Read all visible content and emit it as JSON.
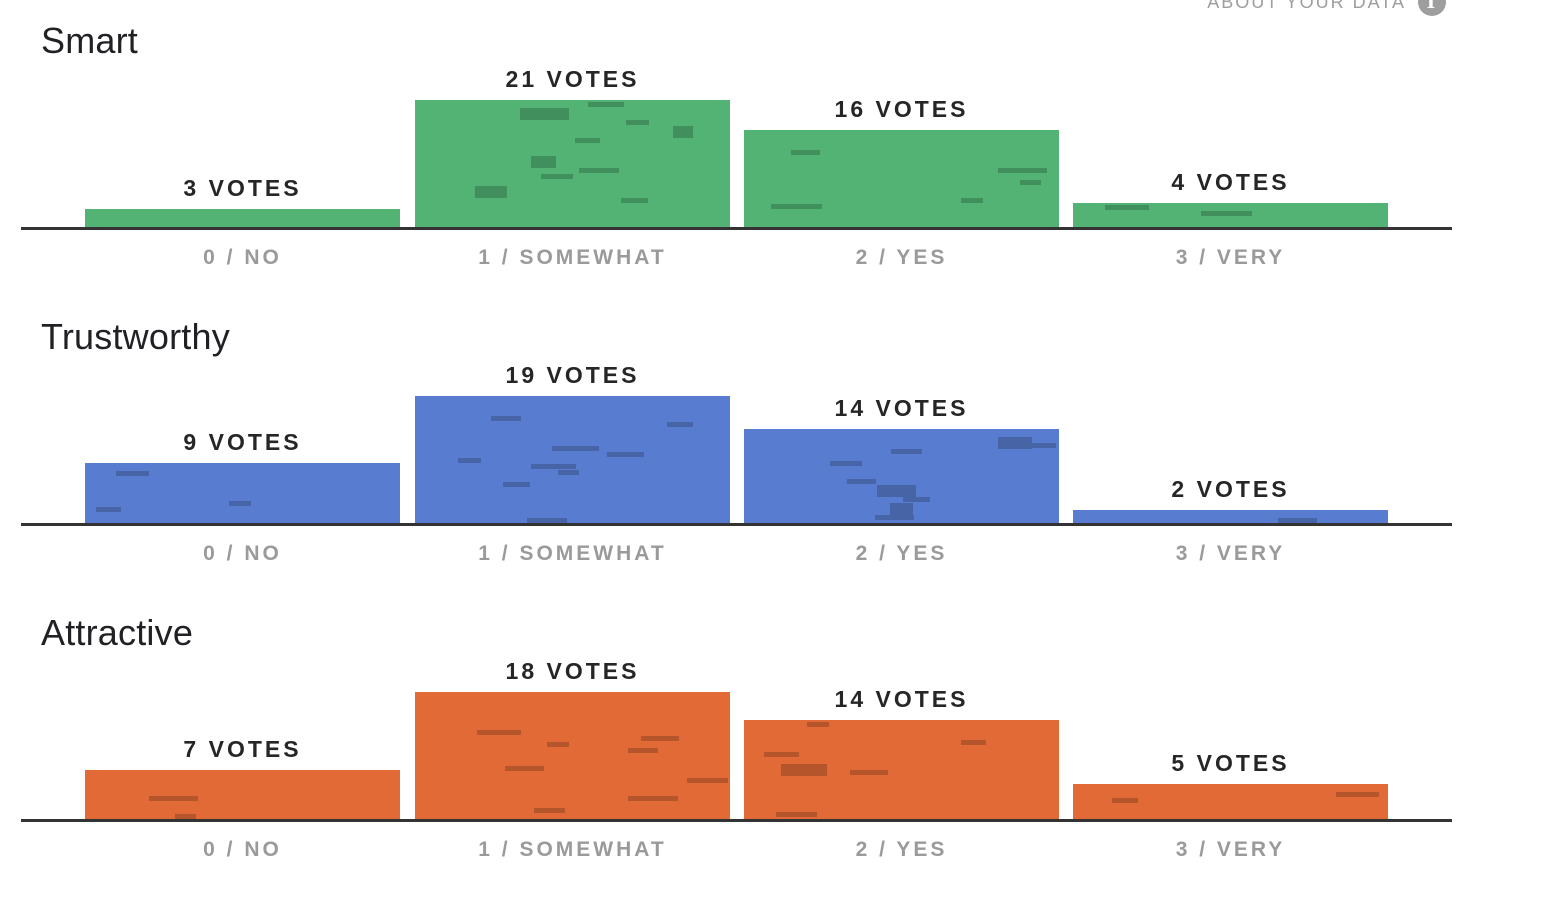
{
  "header": {
    "about_label": "ABOUT YOUR DATA",
    "info_icon": "info-icon"
  },
  "colors": {
    "green": "#52b375",
    "blue": "#587dd0",
    "orange": "#e16a37",
    "axis": "#333333",
    "vote_text": "#262626",
    "category_text": "#9a9a9a"
  },
  "chart_data": [
    {
      "type": "bar",
      "title": "Smart",
      "categories": [
        "0 / NO",
        "1 / SOMEWHAT",
        "2 / YES",
        "3 / VERY"
      ],
      "values": [
        3,
        21,
        16,
        4
      ],
      "value_labels": [
        "3 VOTES",
        "21 VOTES",
        "16 VOTES",
        "4 VOTES"
      ],
      "color": "#52b375",
      "xlabel": "",
      "ylabel": "",
      "ylim": [
        0,
        21
      ]
    },
    {
      "type": "bar",
      "title": "Trustworthy",
      "categories": [
        "0 / NO",
        "1 / SOMEWHAT",
        "2 / YES",
        "3 / VERY"
      ],
      "values": [
        9,
        19,
        14,
        2
      ],
      "value_labels": [
        "9 VOTES",
        "19 VOTES",
        "14 VOTES",
        "2 VOTES"
      ],
      "color": "#587dd0",
      "xlabel": "",
      "ylabel": "",
      "ylim": [
        0,
        19
      ]
    },
    {
      "type": "bar",
      "title": "Attractive",
      "categories": [
        "0 / NO",
        "1 / SOMEWHAT",
        "2 / YES",
        "3 / VERY"
      ],
      "values": [
        7,
        18,
        14,
        5
      ],
      "value_labels": [
        "7 VOTES",
        "18 VOTES",
        "14 VOTES",
        "5 VOTES"
      ],
      "color": "#e16a37",
      "xlabel": "",
      "ylabel": "",
      "ylim": [
        0,
        18
      ]
    }
  ]
}
